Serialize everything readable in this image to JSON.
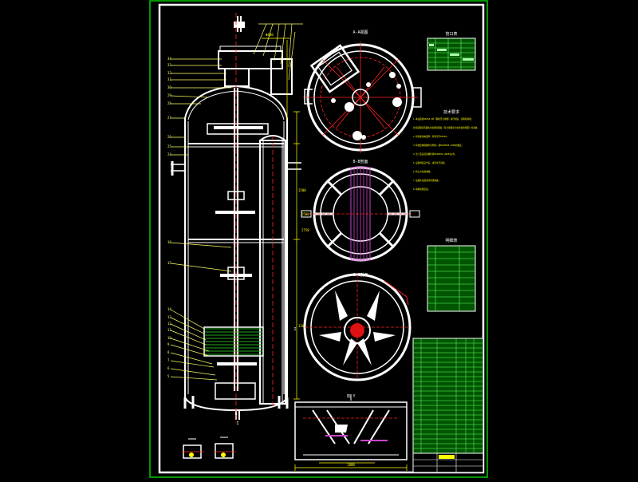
{
  "drawing": {
    "background": "#000000",
    "colors": {
      "outline": "#ffffff",
      "frame": "#00cc00",
      "dimension": "#ffff00",
      "leader": "#ffff66",
      "centerline": "#ff2222",
      "section": "#cc44cc",
      "pipe": "#00ffff",
      "tube": "#22aa22",
      "table_fill": "#005500",
      "table_grid": "#66ff66"
    },
    "view_labels": {
      "top_view": "A-A视图",
      "section_b": "B-B剖面",
      "section_c": "C-C剖面",
      "detail": "I",
      "base_view": "向 Y",
      "side_mark": "I"
    },
    "tables": {
      "nozzle_title": "管口表",
      "requirements_title": "技术要求",
      "parts_title": "明细表",
      "requirements_lines": [
        "1.本设备按GB150-98《钢制压力容器》进行制造、试验和验收，",
        "并接受国家质量技术监督局颁发《压力容器安全技术监察规程》的监督。",
        "2.焊接采用电弧焊，焊条型号E4303。",
        "3.焊缝结构除图中注明外，按HG20583-1998的规定。",
        "4.法兰及其连接螺栓按HG20592-20635标准。",
        "5.设备制造完毕后，进行水压试验。",
        "6.管口方位按本图。",
        "7.设备外表面涂防锈漆两遍。",
        "8.填料按图安装。"
      ]
    }
  }
}
